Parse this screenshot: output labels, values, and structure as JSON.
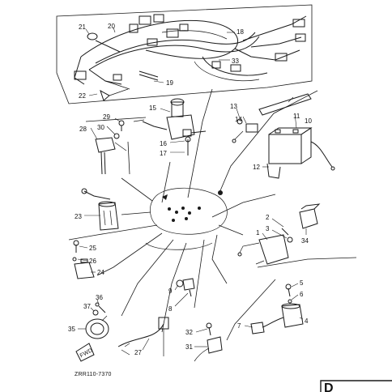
{
  "diagram": {
    "drawing_code": "ZRR110-7370",
    "corner_letter": "D",
    "callouts": {
      "c1": "1",
      "c2": "2",
      "c3": "3",
      "c4": "4",
      "c5": "5",
      "c6": "6",
      "c7": "7",
      "c8": "8",
      "c9": "9",
      "c10": "10",
      "c11": "11",
      "c12": "12",
      "c13": "13",
      "c14": "14",
      "c15": "15",
      "c16": "16",
      "c17": "17",
      "c18": "18",
      "c19": "19",
      "c20": "20",
      "c21": "21",
      "c22": "22",
      "c23": "23",
      "c24": "24",
      "c25": "25",
      "c26": "26",
      "c27": "27",
      "c28": "28",
      "c29": "29",
      "c30": "30",
      "c31": "31",
      "c32": "32",
      "c33": "33",
      "c34": "34",
      "c35": "35",
      "c36": "36",
      "c37": "37"
    },
    "decal_text": "FWD"
  }
}
